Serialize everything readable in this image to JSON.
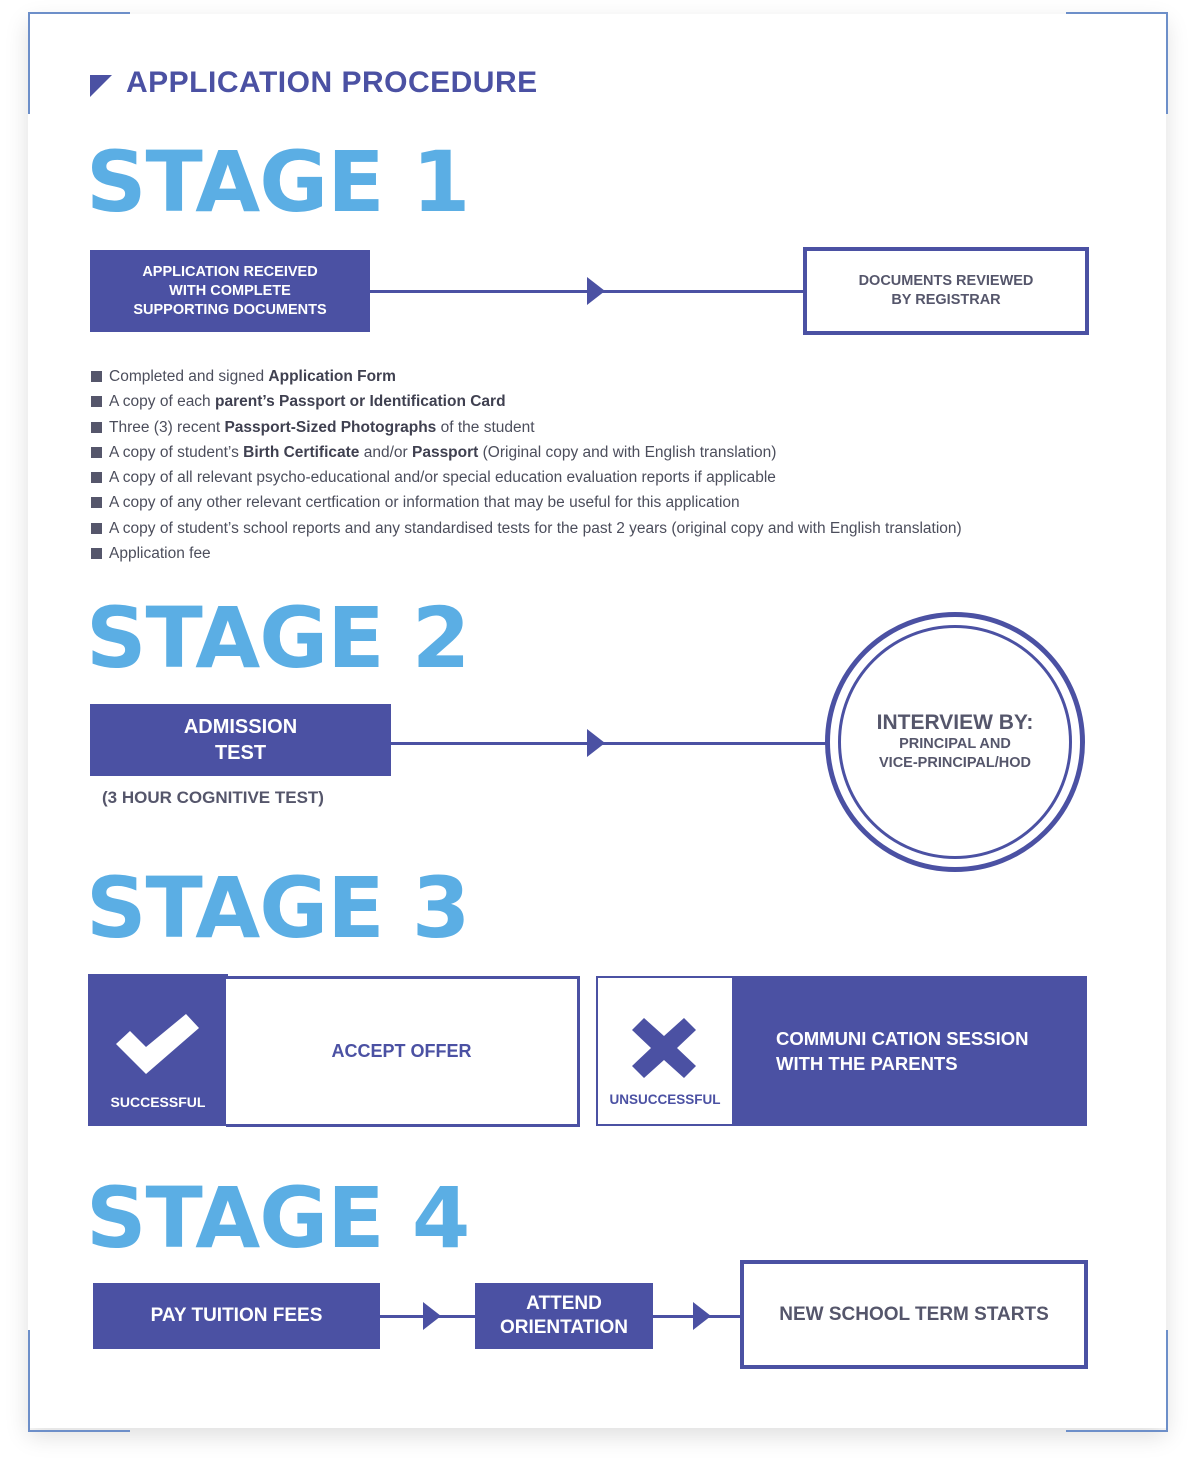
{
  "header": {
    "title": "APPLICATION PROCEDURE"
  },
  "stages": {
    "s1": "STAGE 1",
    "s2": "STAGE 2",
    "s3": "STAGE 3",
    "s4": "STAGE 4"
  },
  "stage1": {
    "box_left": [
      "APPLICATION RECEIVED",
      "WITH COMPLETE",
      "SUPPORTING  DOCUMENTS"
    ],
    "box_right": [
      "DOCUMENTS REVIEWED",
      "BY REGISTRAR"
    ],
    "requirements": [
      {
        "pre": "Completed and signed ",
        "bold": "Application Form",
        "post": ""
      },
      {
        "pre": "A copy of each ",
        "bold": "parent’s Passport or Identification Card",
        "post": ""
      },
      {
        "pre": "Three (3) recent ",
        "bold": "Passport-Sized Photographs",
        "post": " of the student"
      },
      {
        "pre": "A copy of student’s ",
        "bold": "Birth Certificate",
        "post": " and/or ",
        "bold2": "Passport",
        "post2": " (Original copy and with English translation)"
      },
      {
        "pre": "A copy of all relevant psycho-educational and/or special education evaluation reports if applicable",
        "bold": "",
        "post": ""
      },
      {
        "pre": "A copy of any other relevant certfication or information that may be useful for this application",
        "bold": "",
        "post": ""
      },
      {
        "pre": "A copy of student’s school reports and any standardised tests for the past 2 years (original copy and with English translation)",
        "bold": "",
        "post": ""
      },
      {
        "pre": "Application fee",
        "bold": "",
        "post": ""
      }
    ]
  },
  "stage2": {
    "box_left": [
      "ADMISSION",
      "TEST"
    ],
    "note": "(3 HOUR COGNITIVE TEST)",
    "circle_title": "INTERVIEW BY:",
    "circle_lines": [
      "PRINCIPAL AND",
      "VICE-PRINCIPAL/HOD"
    ]
  },
  "stage3": {
    "success_label": "SUCCESSFUL",
    "success_action": "ACCEPT OFFER",
    "fail_label": "UNSUCCESSFUL",
    "fail_action": [
      "COMMUNI CATION SESSION",
      "WITH THE  PARENTS"
    ]
  },
  "stage4": {
    "step1": "PAY TUITION FEES",
    "step2": [
      "ATTEND",
      "ORIENTATION"
    ],
    "step3": "NEW SCHOOL TERM STARTS"
  },
  "colors": {
    "primary": "#4b51a3",
    "stage": "#5baee4",
    "text": "#55566b",
    "corner": "#6d8fc9"
  }
}
